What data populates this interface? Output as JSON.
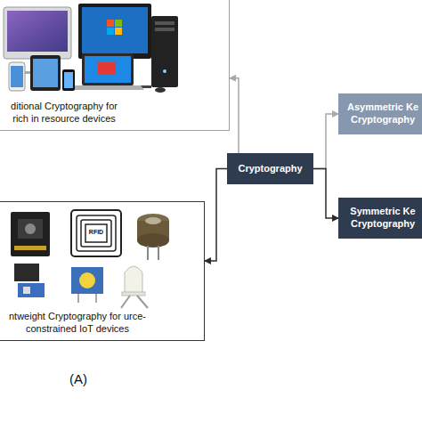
{
  "diagram": {
    "nodes": [
      {
        "text": [
          "ditional Cryptography for rich in resource devices"
        ]
      },
      {
        "text": [
          "Asymmetric Ke Cryptography"
        ]
      },
      {
        "text": [
          "Cryptography"
        ]
      },
      {
        "text": [
          "Symmetric Ke Cryptography"
        ]
      },
      {
        "text": [
          "ntweight Cryptography for urce-constrained IoT devices"
        ]
      }
    ],
    "edges": [
      {
        "from": 2,
        "to": 0,
        "arrow": "to"
      },
      {
        "from": 2,
        "to": 4,
        "arrow": "to"
      },
      {
        "from": 2,
        "to": 1,
        "arrow": "to"
      },
      {
        "from": 2,
        "to": 3,
        "arrow": "to"
      }
    ],
    "labels": [
      "RFID",
      "(A)"
    ]
  }
}
